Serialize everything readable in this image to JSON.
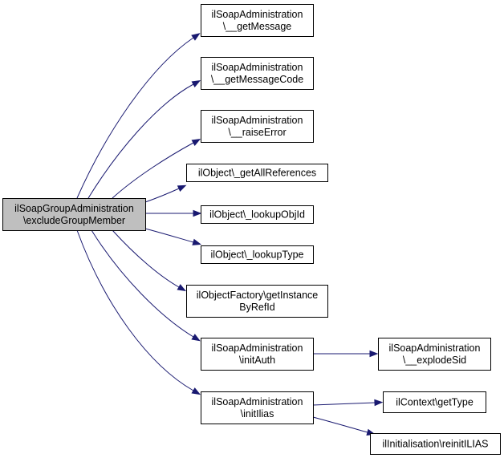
{
  "diagram": {
    "title": "",
    "nodes": [
      {
        "id": "root",
        "lines": [
          "ilSoapGroupAdministration",
          "\\excludeGroupMember"
        ],
        "highlighted": true
      },
      {
        "id": "getMessage",
        "lines": [
          "ilSoapAdministration",
          "\\__getMessage"
        ]
      },
      {
        "id": "getMessageCode",
        "lines": [
          "ilSoapAdministration",
          "\\__getMessageCode"
        ]
      },
      {
        "id": "raiseError",
        "lines": [
          "ilSoapAdministration",
          "\\__raiseError"
        ]
      },
      {
        "id": "getAllReferences",
        "lines": [
          "ilObject\\_getAllReferences"
        ]
      },
      {
        "id": "lookupObjId",
        "lines": [
          "ilObject\\_lookupObjId"
        ]
      },
      {
        "id": "lookupType",
        "lines": [
          "ilObject\\_lookupType"
        ]
      },
      {
        "id": "getInstanceByRefId",
        "lines": [
          "ilObjectFactory\\getInstance",
          "ByRefId"
        ]
      },
      {
        "id": "initAuth",
        "lines": [
          "ilSoapAdministration",
          "\\initAuth"
        ]
      },
      {
        "id": "explodeSid",
        "lines": [
          "ilSoapAdministration",
          "\\__explodeSid"
        ]
      },
      {
        "id": "initIlias",
        "lines": [
          "ilSoapAdministration",
          "\\initIlias"
        ]
      },
      {
        "id": "getType",
        "lines": [
          "ilContext\\getType"
        ]
      },
      {
        "id": "reinitILIAS",
        "lines": [
          "ilInitialisation\\reinitILIAS"
        ]
      }
    ],
    "edges": [
      {
        "from": "root",
        "to": "getMessage"
      },
      {
        "from": "root",
        "to": "getMessageCode"
      },
      {
        "from": "root",
        "to": "raiseError"
      },
      {
        "from": "root",
        "to": "getAllReferences"
      },
      {
        "from": "root",
        "to": "lookupObjId"
      },
      {
        "from": "root",
        "to": "lookupType"
      },
      {
        "from": "root",
        "to": "getInstanceByRefId"
      },
      {
        "from": "root",
        "to": "initAuth"
      },
      {
        "from": "root",
        "to": "initIlias"
      },
      {
        "from": "initAuth",
        "to": "explodeSid"
      },
      {
        "from": "initIlias",
        "to": "getType"
      },
      {
        "from": "initIlias",
        "to": "reinitILIAS"
      }
    ],
    "colors": {
      "edge": "#191970",
      "highlighted_fill": "#bfbfbf",
      "node_fill": "#ffffff",
      "border": "#000000"
    }
  }
}
